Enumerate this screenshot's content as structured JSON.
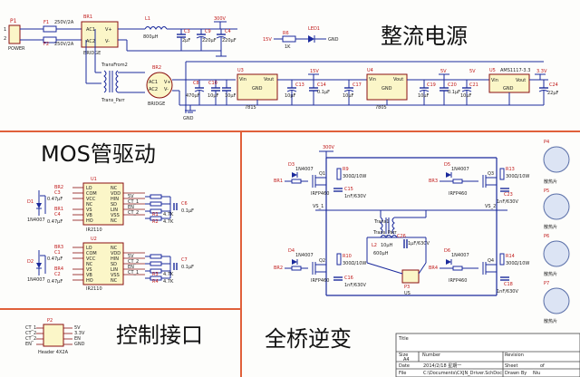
{
  "sections": {
    "rectifier": "整流电源",
    "mos_driver": "MOS管驱动",
    "control": "控制接口",
    "inverter": "全桥逆变"
  },
  "power": {
    "connector": "P1",
    "connector_label": "POWER",
    "f1": "F1",
    "f1_value": "250V/2A",
    "f2": "F2",
    "f2_value": "250V/2A",
    "bridge1": "BR1",
    "bridge1_type": "BRIDGE",
    "bridge1_ac1": "AC1",
    "bridge1_ac2": "AC2",
    "bridge1_vp": "V+",
    "bridge1_vm": "V-",
    "l1": "L1",
    "l1_value": "800μH",
    "c3": "C3",
    "c3_value": "2μF",
    "c9": "C9",
    "c9_value": "220μF",
    "c4": "C4",
    "c4_value": "220μF",
    "v300": "300V",
    "r6": "R6",
    "r6_value": "1K",
    "led": "LED1",
    "v15_a": "15V",
    "gnd_a": "GND",
    "trans": "TransFrom2",
    "trans_part": "Trans_Parr",
    "bridge2": "BR2",
    "bridge2_type": "BRIDGE",
    "c8": "C8",
    "c8_value": "470μF",
    "c10": "C10",
    "c10_value": "10μF",
    "u3": "U3",
    "u3_part": "7815",
    "u4": "U4",
    "u4_part": "7805",
    "u5": "U5",
    "u5_part": "AMS1117-3.3",
    "vin": "Vin",
    "vout": "Vout",
    "gnd_pin": "GND",
    "c11": "C11",
    "c11_value": "10μF",
    "c12": "C12",
    "c12_value": "10μF",
    "c13": "C13",
    "c13_value": "10μF",
    "c14": "C14",
    "c14_value": "0.1μF",
    "c17": "C17",
    "c17_value": "10μF",
    "c19": "C19",
    "c19_value": "10μF",
    "c20": "C20",
    "c20_value": "0.1μF",
    "c21": "C21",
    "c21_value": "10μF",
    "c22": "C22",
    "c22_value": "10μF",
    "c24": "C24",
    "c24_value": "22μF",
    "v15": "15V",
    "v5": "5V",
    "v5b": "5V",
    "v33": "3.3V",
    "gnd": "GND"
  },
  "driver": {
    "u1": "U1",
    "u1_part": "IR2110",
    "u2": "U2",
    "u2_part": "IR2110",
    "d1": "D1",
    "d2": "D2",
    "diode": "1N4007",
    "pins_left": [
      "LO",
      "COM",
      "VCC",
      "NC",
      "VS",
      "VB",
      "HO"
    ],
    "pins_right": [
      "NC",
      "VDD",
      "HIN",
      "SD",
      "LIN",
      "VSS",
      "NC"
    ],
    "br_labels": [
      "BR2",
      "BR1",
      "BR3",
      "BR4"
    ],
    "c_labels": [
      "C3",
      "C4",
      "C1",
      "C2"
    ],
    "r_labels": [
      "R1",
      "R2",
      "R3",
      "R4"
    ],
    "r_value": "4.7K",
    "cap_value": "0.47μF",
    "c6": "C6",
    "c6_value": "0.1μF",
    "c7": "C7",
    "c7_value": "0.1μF",
    "sig": [
      "EN",
      "CT_1",
      "CT_2"
    ],
    "v5": "5V",
    "v15": "15V",
    "vs1": "VS_1",
    "vs2": "VS_2"
  },
  "control": {
    "p2": "P2",
    "p2_part": "Header 4X2A",
    "left": [
      "CT_1",
      "CT_2",
      "CT_2",
      "EN"
    ],
    "right": [
      "5V",
      "3.3V",
      "EN",
      "GND"
    ]
  },
  "inverter": {
    "v300": "300V",
    "q_part": "IRFP460",
    "d3": "D3",
    "d4": "D4",
    "d5": "D5",
    "d6": "D6",
    "diode": "1N4007",
    "r9": "R9",
    "r10": "R10",
    "r13": "R13",
    "r14": "R14",
    "r_power": "300Ω/10W",
    "c15": "C15",
    "c16": "C16",
    "c18": "C18",
    "c23": "C23",
    "c_val": "1nF/630V",
    "trans": "Trans1",
    "trans_part": "Trans_Parr",
    "l2": "L2",
    "l2_value": "10μH",
    "c26": "C26",
    "c26_value": "1μF/630V",
    "l2b": "600μH",
    "p3": "P3",
    "p3_label": "US",
    "vs1": "VS_1",
    "vs2": "VS_2",
    "br": [
      "BR1",
      "BR2",
      "BR3",
      "BR4"
    ],
    "q": [
      "Q1",
      "Q2",
      "Q3",
      "Q4"
    ]
  },
  "heatsinks": {
    "labels": [
      "P4",
      "P5",
      "P6",
      "P7"
    ],
    "caption": "散热片"
  },
  "title_block": {
    "title_label": "Title",
    "size_label": "Size",
    "size": "A4",
    "date_label": "Date",
    "date": "2014/2/18 星期一",
    "file_label": "File",
    "file": "C:\\Documents\\CXJN_Driver.SchDoc",
    "number_label": "Number",
    "revision_label": "Revision",
    "sheet_label": "Sheet",
    "sheet_of": "of",
    "drawn_label": "Drawn By",
    "drawn": "Niu"
  }
}
